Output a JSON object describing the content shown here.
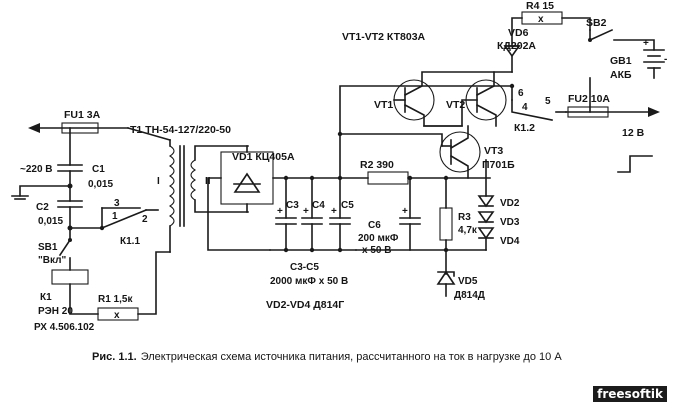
{
  "labels": {
    "fu1": "FU1 3A",
    "t1": "T1 ТН-54-127/220-50",
    "ac_in": "~220 В",
    "c1": "C1",
    "c1_val": "0,015",
    "c2": "C2",
    "c2_val": "0,015",
    "winding1": "I",
    "winding2": "II",
    "k11_3": "3",
    "k11_1": "1",
    "k11_2": "2",
    "k11": "К1.1",
    "sb1": "SB1",
    "sb1_name": "\"Вкл\"",
    "k1": "К1",
    "k1_type": "РЭН 20",
    "k1_pasp": "РХ 4.506.102",
    "r1": "R1 1,5к",
    "vd1": "VD1 КЦ405А",
    "c3": "C3",
    "c4": "C4",
    "c5": "C5",
    "c3c5": "C3-C5",
    "c3c5_val": "2000 мкФ х 50 В",
    "vd2vd4_type": "VD2-VD4  Д814Г",
    "r2": "R2 390",
    "c6": "C6",
    "c6_val1": "200 мкФ",
    "c6_val2": "х 50 В",
    "r3": "R3",
    "r3_val": "4,7к",
    "vd2": "VD2",
    "vd3": "VD3",
    "vd4": "VD4",
    "vd5": "VD5",
    "vd5_type": "Д814Д",
    "vt1vt2": "VT1-VT2  КТ803А",
    "vt1": "VT1",
    "vt2": "VT2",
    "vt3": "VT3",
    "vt3_type": "П701Б",
    "vd6": "VD6",
    "vd6_type": "КД202А",
    "r4": "R4 15",
    "sb2": "SB2",
    "gb1": "GB1",
    "gb1_type": "АКБ",
    "k12_6": "6",
    "k12_4": "4",
    "k12_5": "5",
    "k12": "К1.2",
    "fu2": "FU2 10A",
    "out_v": "12 В",
    "plus": "+",
    "minus": "-",
    "r_mark": "x"
  },
  "caption": {
    "prefix": "Рис. 1.1.",
    "text": "Электрическая схема источника питания, рассчитанного на ток в нагрузке до 10 А"
  },
  "watermark": "freesoftik"
}
